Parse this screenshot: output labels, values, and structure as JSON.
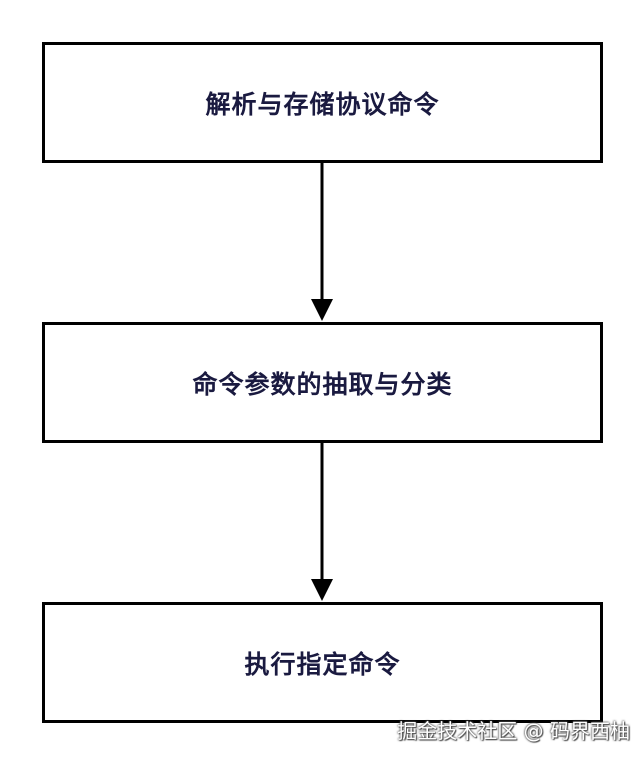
{
  "diagram": {
    "steps": [
      {
        "label": "解析与存储协议命令"
      },
      {
        "label": "命令参数的抽取与分类"
      },
      {
        "label": "执行指定命令"
      }
    ]
  },
  "watermark": {
    "text": "掘金技术社区 @ 码界西柚"
  },
  "colors": {
    "box_border": "#000000",
    "label_text": "#1a1a40",
    "arrow": "#000000"
  }
}
